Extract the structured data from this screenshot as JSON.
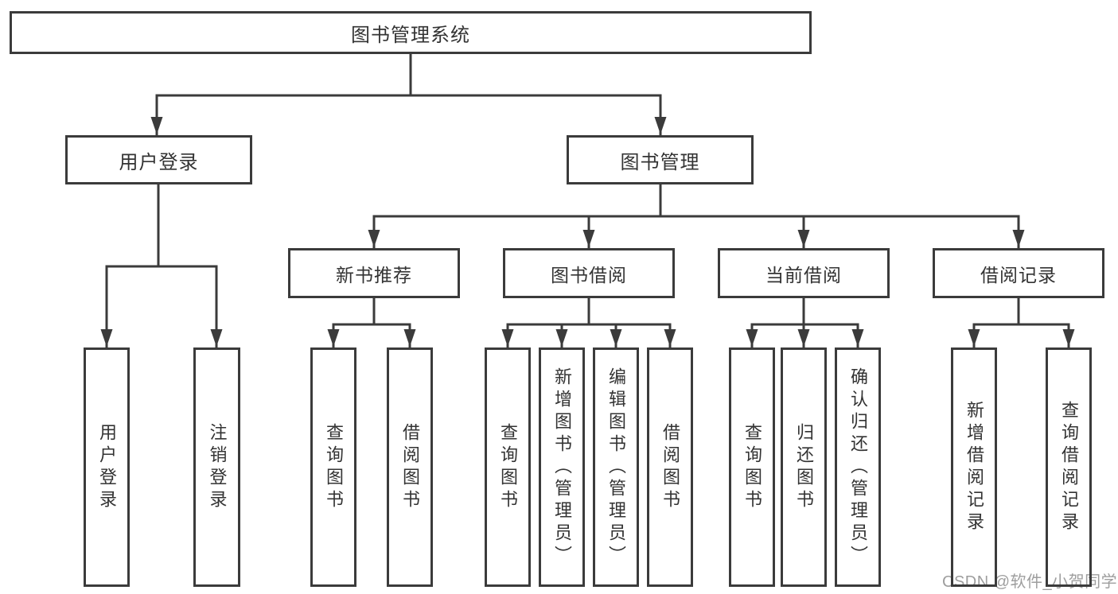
{
  "diagram": {
    "root": {
      "label": "图书管理系统"
    },
    "branches": [
      {
        "label": "用户登录",
        "children": [
          {
            "label": "用户登录"
          },
          {
            "label": "注销登录"
          }
        ]
      },
      {
        "label": "图书管理",
        "children": [
          {
            "label": "新书推荐",
            "children": [
              {
                "label": "查询图书"
              },
              {
                "label": "借阅图书"
              }
            ]
          },
          {
            "label": "图书借阅",
            "children": [
              {
                "label": "查询图书"
              },
              {
                "label": "新增图书（管理员）"
              },
              {
                "label": "编辑图书（管理员）"
              },
              {
                "label": "借阅图书"
              }
            ]
          },
          {
            "label": "当前借阅",
            "children": [
              {
                "label": "查询图书"
              },
              {
                "label": "归还图书"
              },
              {
                "label": "确认归还（管理员）"
              }
            ]
          },
          {
            "label": "借阅记录",
            "children": [
              {
                "label": "新增借阅记录"
              },
              {
                "label": "查询借阅记录"
              }
            ]
          }
        ]
      }
    ]
  },
  "watermark": {
    "text": "CSDN @软件_小贺同学"
  },
  "colors": {
    "line": "#3b3b3b",
    "text": "#333333",
    "watermark_gray": "#9e9e9e",
    "background": "#ffffff"
  }
}
